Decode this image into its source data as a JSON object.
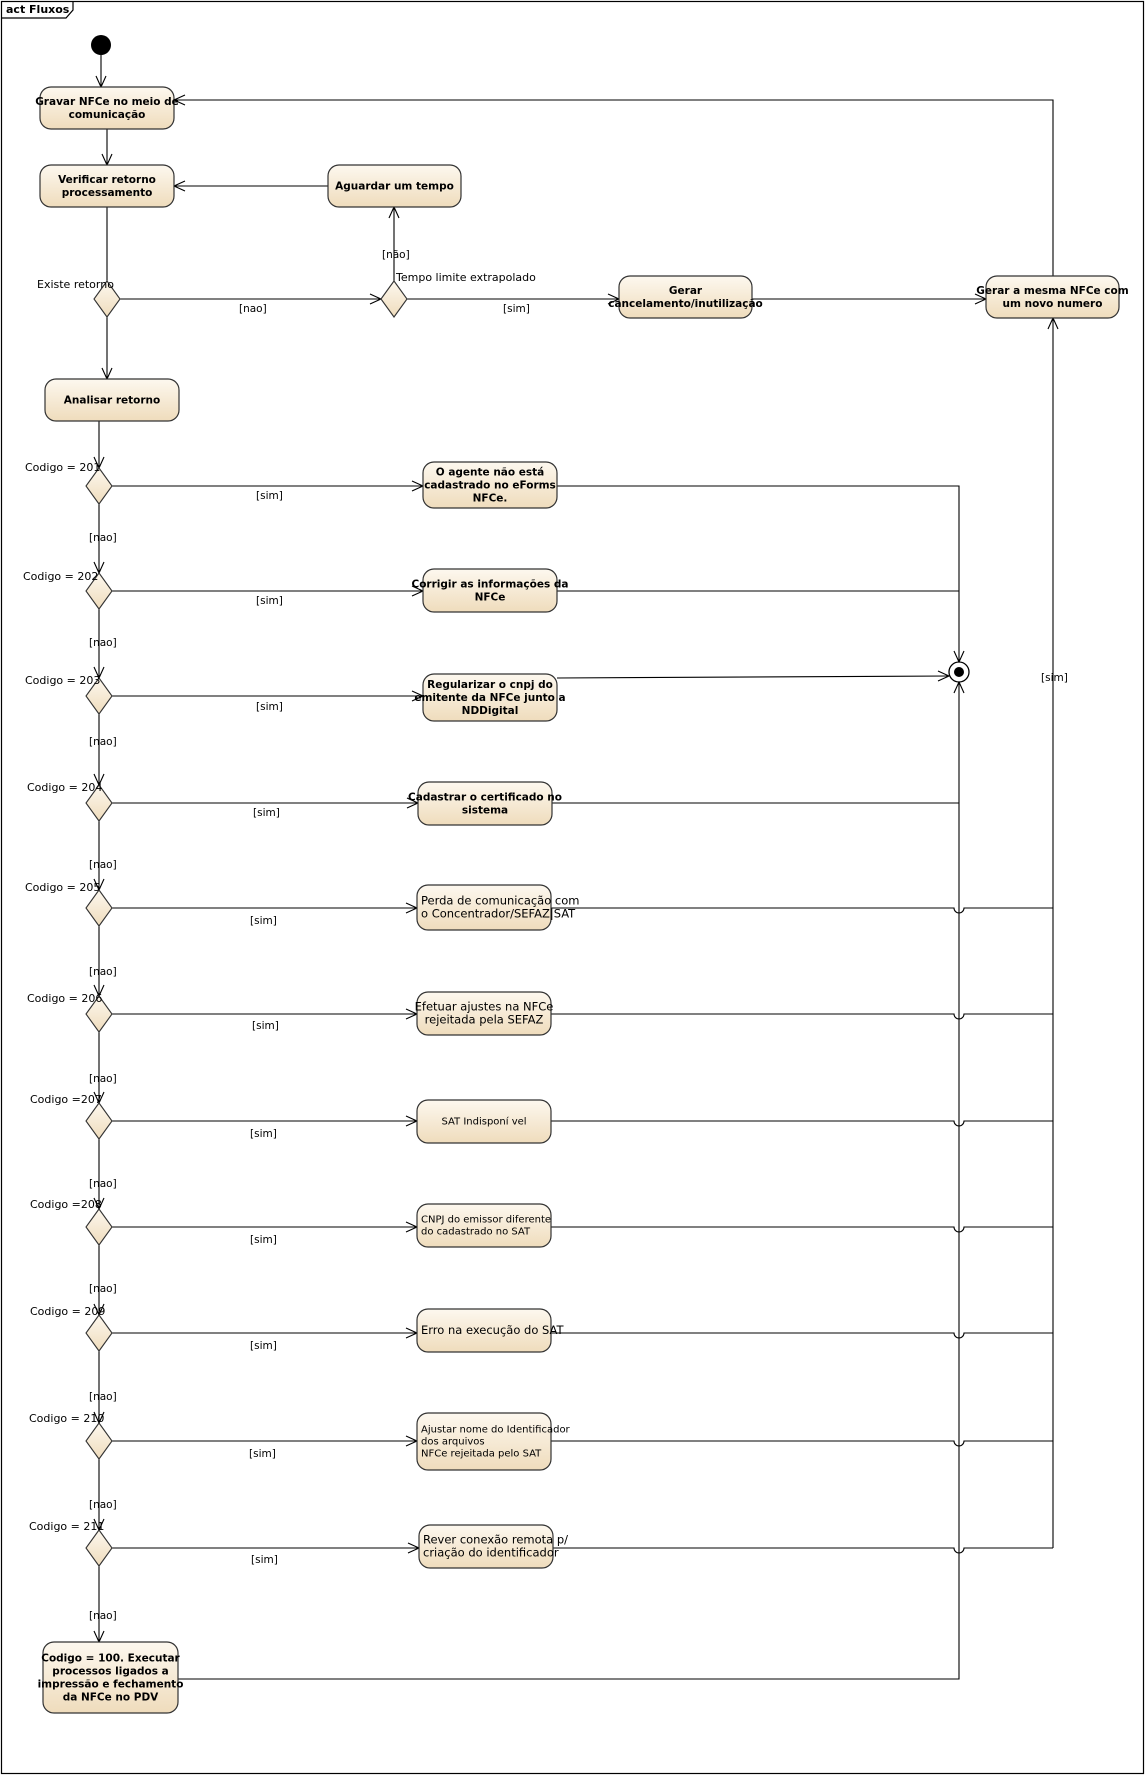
{
  "frame_title": "act Fluxos",
  "activities": {
    "gravar": [
      "Gravar NFCe no meio de",
      "comunicação"
    ],
    "verificar": [
      "Verificar retorno",
      "processamento"
    ],
    "aguardar": [
      "Aguardar um tempo"
    ],
    "cancelamento": [
      "Gerar",
      "cancelamento/inutilização"
    ],
    "mesma_nfce": [
      "Gerar a mesma NFCe com",
      "um novo numero"
    ],
    "analisar": [
      "Analisar retorno"
    ],
    "a201": [
      "O agente não está",
      "cadastrado no eForms",
      "NFCe."
    ],
    "a202": [
      "Corrigir as informações da",
      "NFCe"
    ],
    "a203": [
      "Regularizar o cnpj do",
      "emitente da NFCe junto a",
      "NDDigital"
    ],
    "a204": [
      "Cadastrar o certificado no",
      "sistema"
    ],
    "a205": [
      "Perda de comunicação com",
      "o Concentrador/SEFAZ|SAT"
    ],
    "a206": [
      "Efetuar ajustes na NFCe",
      "rejeitada pela SEFAZ"
    ],
    "a207": [
      "SAT Indisponí vel"
    ],
    "a208": [
      "CNPJ do emissor diferente",
      "do cadastrado no SAT"
    ],
    "a209": [
      "Erro na execução do SAT"
    ],
    "a210": [
      "Ajustar nome do Identificador",
      "dos arquivos",
      "NFCe rejeitada pelo SAT"
    ],
    "a211": [
      "Rever conexão remota p/",
      "criação do identificador"
    ],
    "a100": [
      "Codigo = 100. Executar",
      "processos ligados a",
      "impressão e fechamento",
      "da NFCe no PDV"
    ]
  },
  "decision_labels": {
    "existe_retorno": "Existe retorno",
    "tempo_limite": "Tempo limite extrapolado",
    "c201": "Codigo = 201",
    "c202": "Codigo = 202",
    "c203": "Codigo = 203",
    "c204": "Codigo = 204",
    "c205": "Codigo = 205",
    "c206": "Codigo = 206",
    "c207": "Codigo =207",
    "c208": "Codigo =208",
    "c209": "Codigo = 209",
    "c210": "Codigo = 210",
    "c211": "Codigo = 211"
  },
  "guards": {
    "nao_tempo": "[não]",
    "nao": "[nao]",
    "sim": "[sim]"
  },
  "colors": {
    "activity_fill_top": "#fdf8ef",
    "activity_fill_bottom": "#efdcbc",
    "stroke": "#333333"
  }
}
